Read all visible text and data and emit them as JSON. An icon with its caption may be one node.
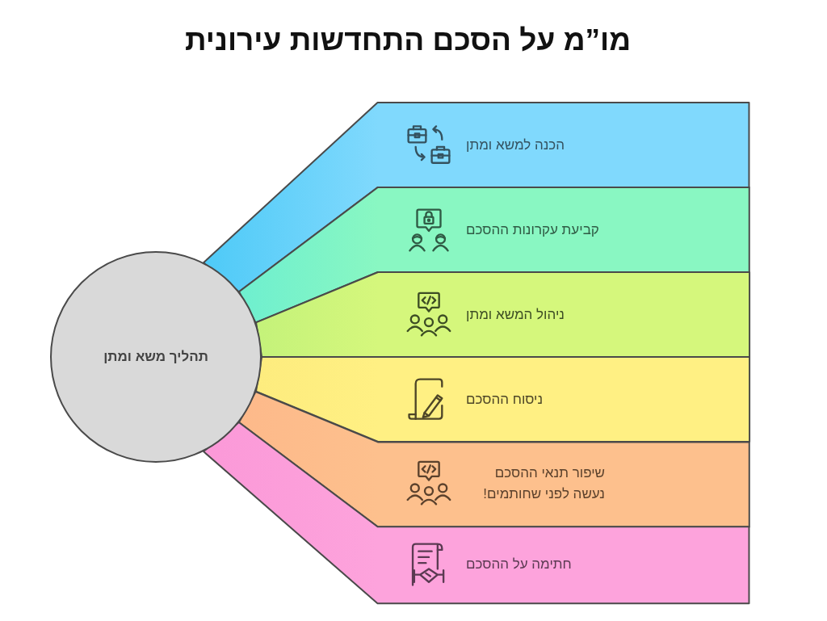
{
  "diagram": {
    "title": "מו”מ על הסכם התחדשות עירונית",
    "nodes": [
      {
        "text": [
          "תהליך משא ומתן"
        ]
      },
      {
        "text": [
          "הכנה למשא ומתן"
        ]
      },
      {
        "text": [
          "קביעת עקרונות ההסכם"
        ]
      },
      {
        "text": [
          "ניהול המשא ומתן"
        ]
      },
      {
        "text": [
          "ניסוח ההסכם"
        ]
      },
      {
        "text": [
          "שיפור תנאי ההסכם נעשה לפני שחותמים!"
        ]
      },
      {
        "text": [
          "חתימה על ההסכם"
        ]
      }
    ]
  }
}
